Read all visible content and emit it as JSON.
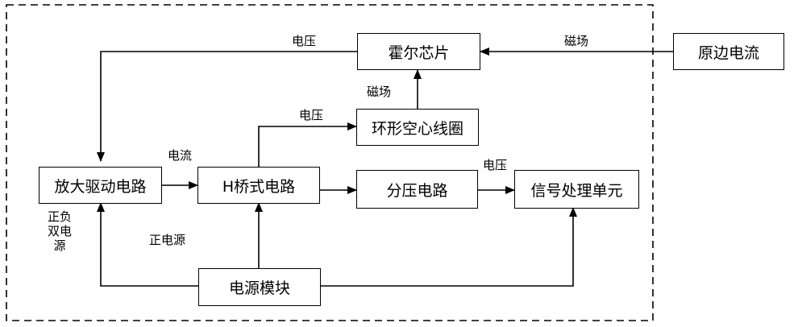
{
  "blocks": {
    "hall_chip": "霍尔芯片",
    "primary_current": "原边电流",
    "toroidal_coil": "环形空心线圈",
    "amplifier_drive": "放大驱动电路",
    "h_bridge": "H桥式电路",
    "voltage_divider": "分压电路",
    "signal_processing": "信号处理单元",
    "power_module": "电源模块"
  },
  "edge_labels": {
    "hall_to_amp": "电压",
    "primary_to_hall": "磁场",
    "coil_to_hall": "磁场",
    "hbridge_to_coil": "电压",
    "amp_to_hbridge": "电流",
    "divider_to_signal": "电压",
    "power_to_hbridge": "正电源",
    "power_to_amp": [
      "正",
      "负",
      "双",
      "电",
      "源"
    ]
  }
}
